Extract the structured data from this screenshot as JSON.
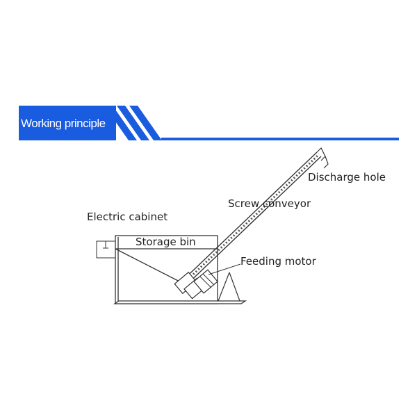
{
  "header": {
    "title": "Working principle",
    "accent_color": "#1a5ce0"
  },
  "diagram": {
    "labels": {
      "discharge_hole": "Discharge hole",
      "screw_conveyor": "Screw conveyor",
      "electric_cabinet": "Electric cabinet",
      "storage_bin": "Storage bin",
      "feeding_motor": "Feeding motor"
    }
  }
}
